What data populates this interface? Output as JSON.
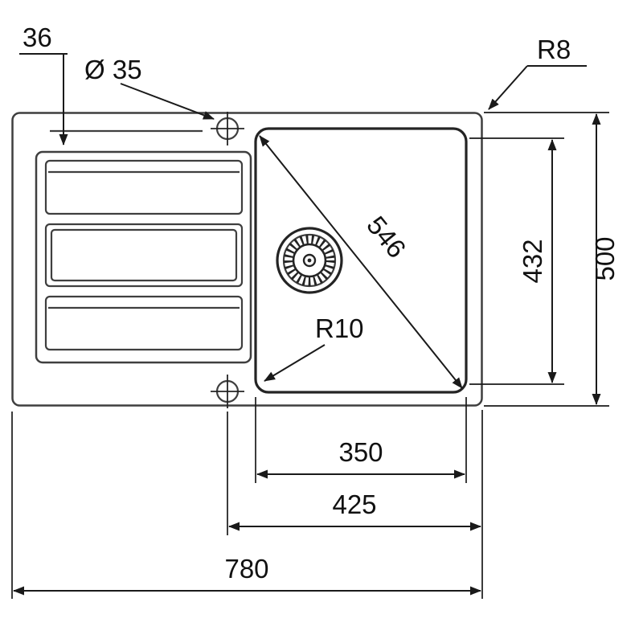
{
  "drawing": {
    "dimensions": {
      "rim_offset": "36",
      "tap_hole_diameter": "Ø 35",
      "outer_corner_radius": "R8",
      "bowl_diagonal": "546",
      "bowl_length": "432",
      "overall_depth": "500",
      "bowl_corner_radius": "R10",
      "bowl_width": "350",
      "bowl_center_offset": "425",
      "overall_width": "780"
    },
    "colors": {
      "outline": "#3f3f3f",
      "dimension_line": "#1a1a1a",
      "text": "#111111",
      "background": "#ffffff"
    }
  }
}
